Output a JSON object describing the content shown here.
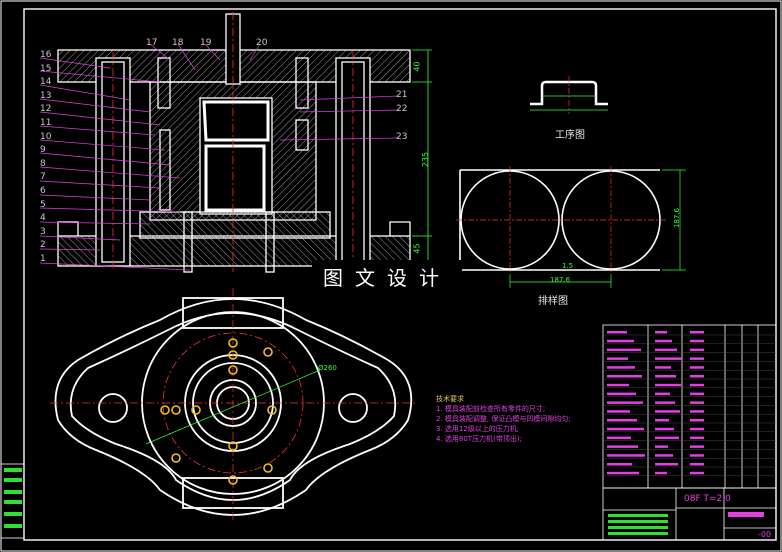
{
  "watermark": "图文设计",
  "process_title": "工序图",
  "layout_title": "排样图",
  "callouts_left": [
    "16",
    "15",
    "14",
    "13",
    "12",
    "11",
    "10",
    "9",
    "8",
    "7",
    "6",
    "5",
    "4",
    "3",
    "2",
    "1"
  ],
  "callouts_top": [
    "17",
    "18",
    "19",
    "20"
  ],
  "callouts_right": [
    "21",
    "22",
    "23"
  ],
  "dims": {
    "height_total": "235",
    "height_top": "40",
    "height_bottom": "45",
    "layout_width": "187.6",
    "layout_gap": "1.5",
    "layout_pitch": "187.6",
    "ring_dia": "Ø260"
  },
  "notes": {
    "title": "技术要求",
    "items": [
      "1. 模具装配前检查所有零件的尺寸;",
      "2. 模具装配调整, 保证凸模与凹模间隙均匀;",
      "3. 选用12级以上的压力机;",
      "4. 选用80T压力机(带顶出);"
    ]
  },
  "title_block": {
    "material": "08F  T=2.0",
    "code": "-00"
  },
  "colors": {
    "line": "#ffffff",
    "center": "#ff3030",
    "dim": "#30ff30",
    "leader": "#e040e0",
    "hatch": "#d8d8d8",
    "bolt": "#f0c020"
  }
}
